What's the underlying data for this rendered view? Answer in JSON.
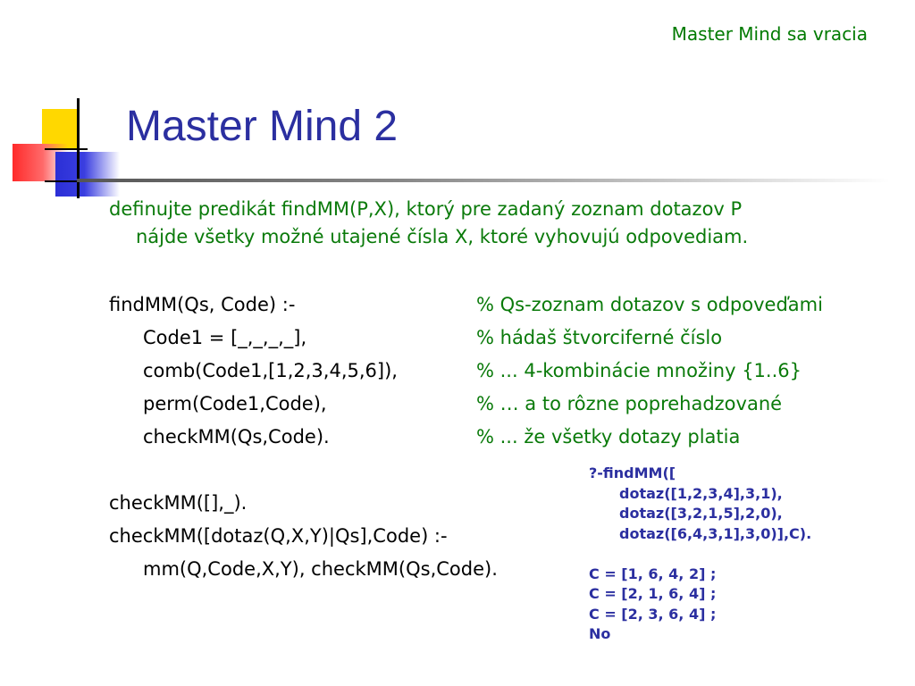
{
  "header": {
    "title": "Master Mind sa vracia"
  },
  "slide": {
    "title": "Master Mind 2",
    "intro": {
      "line1": "definujte predikát findMM(P,X), ktorý pre zadaný zoznam dotazov P",
      "line2": "nájde všetky možné utajené čísla X, ktoré vyhovujú odpovediam."
    },
    "code": {
      "findmm": [
        {
          "code": "findMM(Qs, Code) :-",
          "comment": "% Qs-zoznam dotazov s odpoveďami"
        },
        {
          "code": "Code1 = [_,_,_,_],",
          "comment": "% hádaš štvorciferné číslo"
        },
        {
          "code": "comb(Code1,[1,2,3,4,5,6]),",
          "comment": "% ... 4-kombinácie množiny {1..6}"
        },
        {
          "code": "perm(Code1,Code),",
          "comment": "% … a to rôzne poprehadzované"
        },
        {
          "code": "checkMM(Qs,Code).",
          "comment": "% ... že všetky dotazy platia"
        }
      ],
      "checkmm": [
        "checkMM([],_).",
        "checkMM([dotaz(Q,X,Y)|Qs],Code) :-",
        "mm(Q,Code,X,Y), checkMM(Qs,Code)."
      ]
    },
    "query": {
      "lines": [
        "?-findMM([",
        "dotaz([1,2,3,4],3,1),",
        "dotaz([3,2,1,5],2,0),",
        "dotaz([6,4,3,1],3,0)],C)."
      ],
      "results": [
        "C = [1, 6, 4, 2] ;",
        "C = [2, 1, 6, 4] ;",
        "C = [2, 3, 6, 4] ;",
        "No"
      ]
    }
  },
  "colors": {
    "title": "#2b2fa0",
    "green": "#0a7a0a",
    "yellow": "#ffd800",
    "red": "#ff2a2a",
    "blue": "#2b2fd6"
  },
  "icons": {
    "logo": "colored-squares-logo"
  }
}
